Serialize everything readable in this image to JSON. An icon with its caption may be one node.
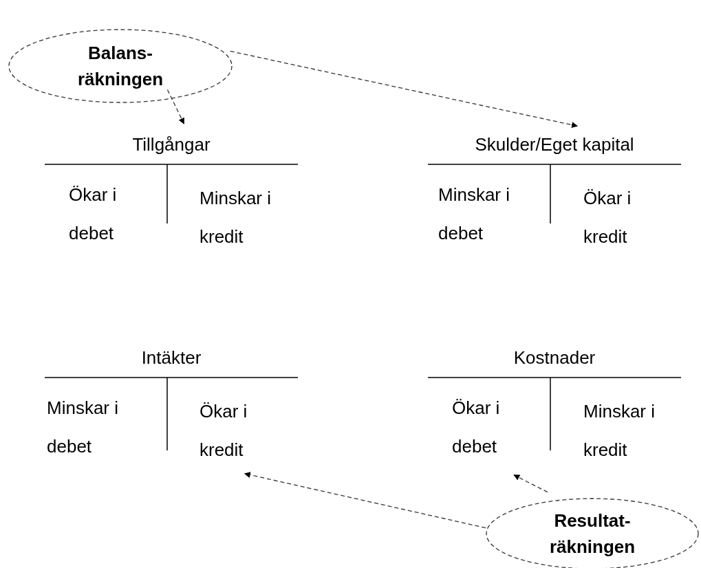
{
  "diagram": {
    "nodes": [
      {
        "text": [
          "Balans- räkningen"
        ]
      },
      {
        "text": [
          "Tillgångar",
          "Ökar i debet",
          "Minskar i kredit"
        ]
      },
      {
        "text": [
          "Skulder/Eget kapital",
          "Minskar i debet",
          "Ökar i kredit"
        ]
      },
      {
        "text": [
          "Intäkter",
          "Minskar i debet",
          "Ökar i kredit"
        ]
      },
      {
        "text": [
          "Kostnader",
          "Ökar i debet",
          "Minskar i kredit"
        ]
      },
      {
        "text": [
          "Resultat- räkningen"
        ]
      }
    ],
    "edges": [
      {
        "from": 0,
        "to": 1,
        "arrow": "to",
        "style": "dashed"
      },
      {
        "from": 0,
        "to": 2,
        "arrow": "to",
        "style": "dashed"
      },
      {
        "from": 5,
        "to": 3,
        "arrow": "to",
        "style": "dashed"
      },
      {
        "from": 5,
        "to": 4,
        "arrow": "to",
        "style": "dashed"
      }
    ]
  }
}
